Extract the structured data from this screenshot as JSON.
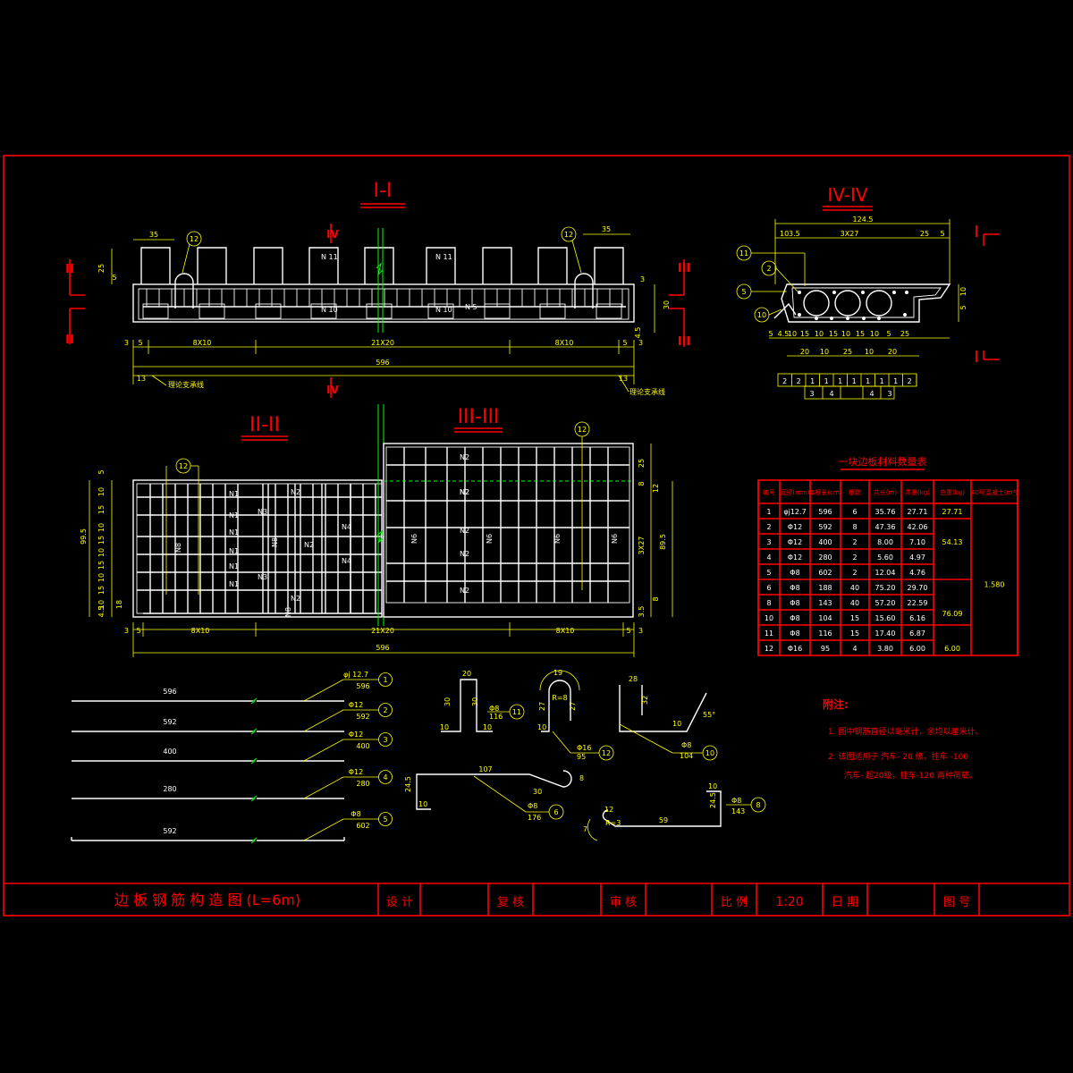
{
  "colors": {
    "background": "#000000",
    "frame": "#ff0000",
    "rebar": "#ffffff",
    "dimension": "#ffff00",
    "break_line": "#00ff00",
    "title": "#ff0000"
  },
  "sections": {
    "s1": "I-I",
    "s2": "II-II",
    "s3": "III-III",
    "s4": "IV-IV",
    "mark_I": "I",
    "mark_II": "II",
    "mark_III": "III",
    "mark_IV": "IV"
  },
  "section1": {
    "dims": {
      "d35a": "35",
      "d35b": "35",
      "d25": "25",
      "d5": "5",
      "d3a": "3",
      "d5a": "5",
      "d8x10a": "8X10",
      "d21x20": "21X20",
      "d8x10b": "8X10",
      "d5b": "5",
      "d3b": "3",
      "total": "596",
      "d13a": "13",
      "d13b": "13",
      "r3": "3",
      "r30": "30",
      "r45": "4.5"
    },
    "support_left": "理论支承线",
    "support_right": "理论支承线",
    "labels": {
      "n11a": "N 11",
      "n11b": "N 11",
      "n10a": "N 10",
      "n10b": "N 10",
      "n5": "N 5"
    },
    "callouts": {
      "c12a": "12",
      "c12b": "12"
    }
  },
  "section2": {
    "labels": [
      "N1",
      "N1",
      "N1",
      "N1",
      "N1",
      "N1",
      "N2",
      "N3",
      "N3",
      "N8",
      "N8",
      "N2",
      "N2",
      "N4",
      "N4",
      "N8"
    ],
    "dims_left": [
      "5",
      "10",
      "15",
      "10",
      "15",
      "10",
      "15",
      "10",
      "15",
      "10",
      "4.5",
      "99.5",
      "18"
    ],
    "dims_bottom": {
      "d3a": "3",
      "d5a": "5",
      "d8x10a": "8X10",
      "d21x20": "21X20",
      "d8x10b": "8X10",
      "d5b": "5",
      "d3b": "3",
      "total": "596"
    },
    "callout": "12"
  },
  "section3": {
    "labels": [
      "N2",
      "N2",
      "N2",
      "N2",
      "N2",
      "N2",
      "N6",
      "N6",
      "N6",
      "N6"
    ],
    "dims_right": [
      "25",
      "8",
      "12",
      "3X27",
      "89.5",
      "8",
      "3.5"
    ],
    "callout": "12"
  },
  "section4": {
    "dims_top": {
      "total": "124.5",
      "d10": "10",
      "d35": "3.5",
      "d3x27": "3X27",
      "d25": "25",
      "d5": "5"
    },
    "dims_right": {
      "d10": "10",
      "d5": "5"
    },
    "dims_bottom": [
      "5",
      "4.5",
      "10",
      "15",
      "10",
      "15",
      "10",
      "15",
      "10",
      "5",
      "25",
      "20",
      "10",
      "25",
      "10",
      "20"
    ],
    "callouts": [
      "11",
      "2",
      "5",
      "10"
    ],
    "code_row1": [
      "2",
      "2",
      "1",
      "1",
      "1",
      "1",
      "1",
      "1",
      "1",
      "2"
    ],
    "code_row2": [
      "3",
      "4",
      "4",
      "3"
    ]
  },
  "table": {
    "title": "一块边板材料数量表",
    "headers": [
      "编号",
      "直径(mm)",
      "每根长(cm)",
      "根数",
      "共长(m)",
      "共重(kg)",
      "总重(kg)",
      "40号混凝土(m³)"
    ],
    "rows": [
      [
        "1",
        "φj12.7",
        "596",
        "6",
        "35.76",
        "27.71",
        "27.71"
      ],
      [
        "2",
        "Φ12",
        "592",
        "8",
        "47.36",
        "42.06",
        ""
      ],
      [
        "3",
        "Φ12",
        "400",
        "2",
        "8.00",
        "7.10",
        "54.13"
      ],
      [
        "4",
        "Φ12",
        "280",
        "2",
        "5.60",
        "4.97",
        ""
      ],
      [
        "5",
        "Φ8",
        "602",
        "2",
        "12.04",
        "4.76",
        ""
      ],
      [
        "6",
        "Φ8",
        "188",
        "40",
        "75.20",
        "29.70",
        ""
      ],
      [
        "8",
        "Φ8",
        "143",
        "40",
        "57.20",
        "22.59",
        "76.09"
      ],
      [
        "10",
        "Φ8",
        "104",
        "15",
        "15.60",
        "6.16",
        ""
      ],
      [
        "11",
        "Φ8",
        "116",
        "15",
        "17.40",
        "6.87",
        ""
      ],
      [
        "12",
        "Φ16",
        "95",
        "4",
        "3.80",
        "6.00",
        "6.00"
      ]
    ],
    "concrete": "1.580"
  },
  "bars": [
    {
      "len": "596",
      "dia": "φj 12.7",
      "n": "596",
      "id": "1"
    },
    {
      "len": "592",
      "dia": "Φ12",
      "n": "592",
      "id": "2"
    },
    {
      "len": "400",
      "dia": "Φ12",
      "n": "400",
      "id": "3"
    },
    {
      "len": "280",
      "dia": "Φ12",
      "n": "280",
      "id": "4"
    },
    {
      "len": "592",
      "dia": "Φ8",
      "n": "602",
      "id": "5"
    }
  ],
  "shapes": {
    "b11": {
      "d20": "20",
      "d30a": "30",
      "d30b": "30",
      "d10a": "10",
      "d10b": "10",
      "dia": "Φ8",
      "n": "116",
      "id": "11"
    },
    "b12": {
      "d19": "19",
      "d27a": "27",
      "d27b": "27",
      "r": "R=8",
      "d10": "10",
      "dia": "Φ16",
      "n": "95",
      "id": "12"
    },
    "b10": {
      "d28": "28",
      "d32": "32",
      "d10": "10",
      "ang": "55°",
      "dia": "Φ8",
      "n": "104",
      "id": "10"
    },
    "b6": {
      "d107": "107",
      "d245": "24.5",
      "d10": "10",
      "d30": "30",
      "d8": "8",
      "dia": "Φ8",
      "n": "176",
      "id": "6"
    },
    "b8": {
      "d10": "10",
      "d245": "24.5",
      "d59": "59",
      "d12": "12",
      "d7": "7",
      "r": "R=3",
      "dia": "Φ8",
      "n": "143",
      "id": "8"
    }
  },
  "notes": {
    "heading": "附注:",
    "n1": "1.  图中钢筋直径以毫米计，余均以厘米计。",
    "n2a": "2.  该图适用于 汽车- 20 级，挂车 -100",
    "n2b": "汽车- 超20级，挂车-120  两种荷载。"
  },
  "titleblock": {
    "title": "边 板 钢 筋 构 造 图   (L=6m)",
    "design": "设 计",
    "check": "复 核",
    "review": "审 核",
    "scale_label": "比 例",
    "scale": "1:20",
    "date": "日 期",
    "dwg_no": "图 号"
  }
}
